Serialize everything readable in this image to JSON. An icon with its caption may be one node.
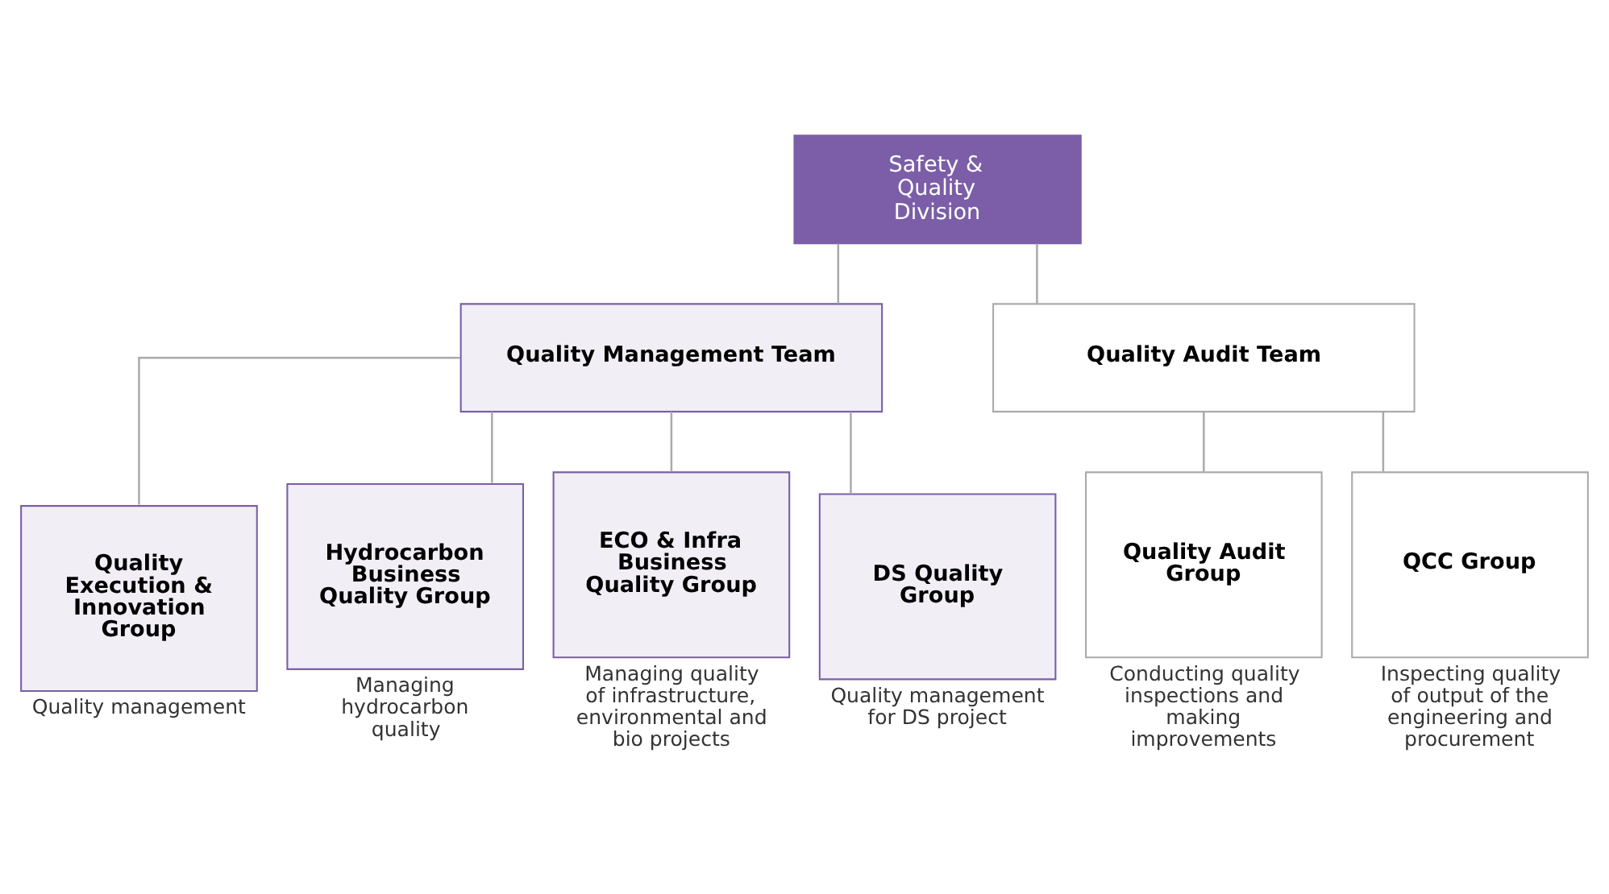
{
  "diagram": {
    "nodes": [
      {
        "text": [
          "Safety & Quality Division"
        ]
      },
      {
        "text": [
          "Quality Management Team"
        ]
      },
      {
        "text": [
          "Quality Audit Team"
        ]
      },
      {
        "text": [
          "Quality Execution & Innovation Group"
        ],
        "beside": [
          "Quality management"
        ]
      },
      {
        "text": [
          "Hydrocarbon Business Quality Group"
        ],
        "beside": [
          "Managing hydrocarbon quality"
        ]
      },
      {
        "text": [
          "ECO & Infra Business Quality Group"
        ],
        "beside": [
          "Managing quality of infrastructure, environmental and bio projects"
        ]
      },
      {
        "text": [
          "DS Quality Group"
        ],
        "beside": [
          "Quality management for DS project"
        ]
      },
      {
        "text": [
          "Quality Audit Group"
        ],
        "beside": [
          "Conducting quality inspections and making improvements"
        ]
      },
      {
        "text": [
          "QCC Group"
        ],
        "beside": [
          "Inspecting quality of output of the engineering and procurement"
        ]
      }
    ],
    "edges": [
      {
        "from": 0,
        "to": 1,
        "arrow": "none"
      },
      {
        "from": 0,
        "to": 2,
        "arrow": "none"
      },
      {
        "from": 1,
        "to": 3,
        "arrow": "none"
      },
      {
        "from": 1,
        "to": 4,
        "arrow": "none"
      },
      {
        "from": 1,
        "to": 5,
        "arrow": "none"
      },
      {
        "from": 1,
        "to": 6,
        "arrow": "none"
      },
      {
        "from": 2,
        "to": 7,
        "arrow": "none"
      },
      {
        "from": 2,
        "to": 8,
        "arrow": "none"
      }
    ]
  }
}
